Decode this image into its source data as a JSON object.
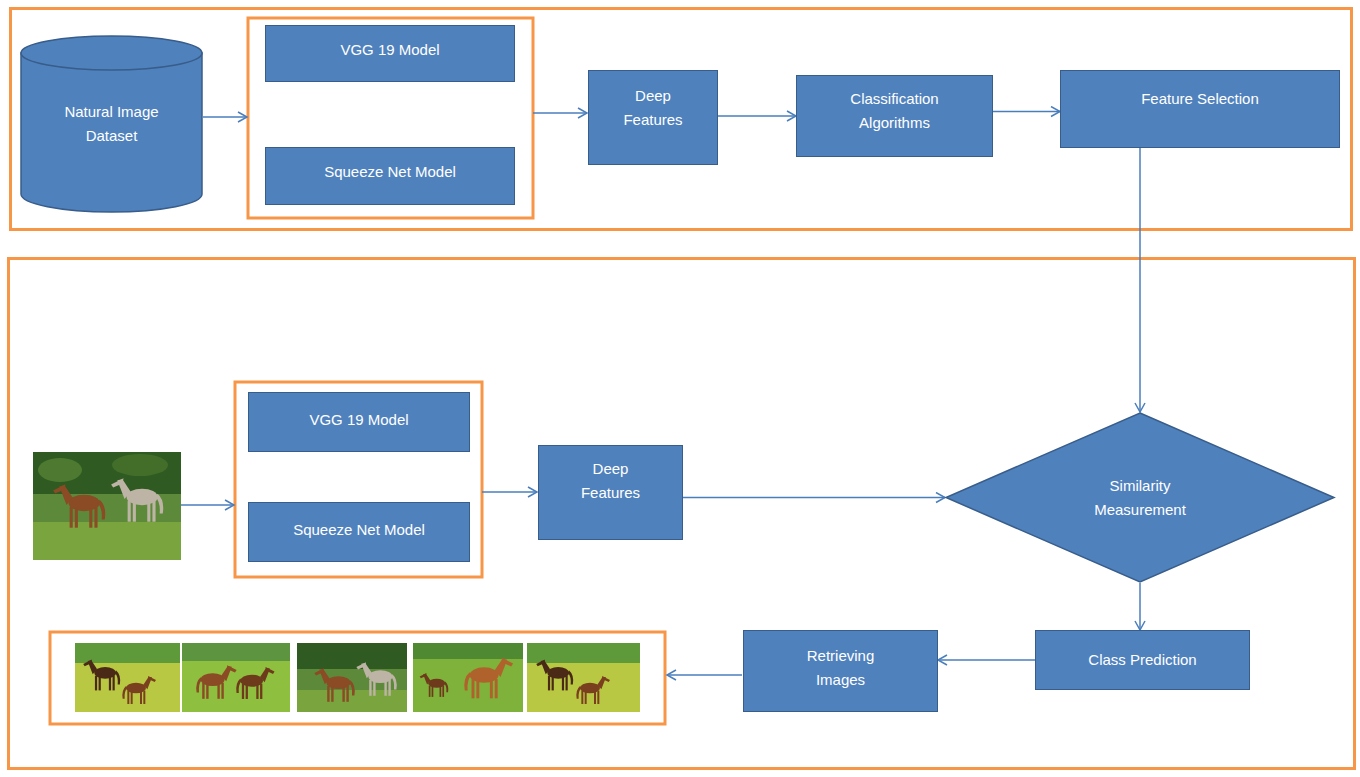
{
  "diagram": {
    "nodes": [
      {
        "text": [
          "Natural Image Dataset"
        ]
      },
      {
        "text": [
          "VGG 19 Model"
        ]
      },
      {
        "text": [
          "Squeeze Net Model"
        ]
      },
      {
        "text": [
          "Deep Features"
        ]
      },
      {
        "text": [
          "Classification Algorithms"
        ]
      },
      {
        "text": [
          "Feature Selection"
        ]
      },
      {
        "text": [
          "VGG 19 Model"
        ]
      },
      {
        "text": [
          "Squeeze Net Model"
        ]
      },
      {
        "text": [
          "Deep Features"
        ]
      },
      {
        "text": [
          "Similarity Measurement"
        ]
      },
      {
        "text": [
          "Class Prediction"
        ]
      },
      {
        "text": [
          "Retrieving Images"
        ]
      }
    ],
    "edges": [
      {
        "from": 3,
        "to": 4,
        "arrow": "to"
      },
      {
        "from": 4,
        "to": 5,
        "arrow": "to"
      },
      {
        "from": 5,
        "to": 9,
        "arrow": "to"
      },
      {
        "from": 8,
        "to": 9,
        "arrow": "to"
      },
      {
        "from": 9,
        "to": 10,
        "arrow": "to"
      },
      {
        "from": 10,
        "to": 11,
        "arrow": "to"
      }
    ]
  }
}
